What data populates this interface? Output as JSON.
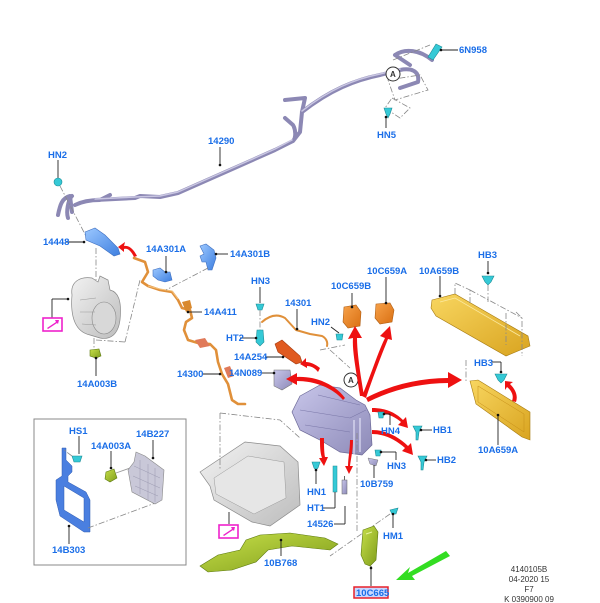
{
  "diagram": {
    "title": "Battery / charging system parts diagram",
    "labels": {
      "p6N958": "6N958",
      "pHN5": "HN5",
      "pHN2_top": "HN2",
      "p14290": "14290",
      "p14448": "14448",
      "p14A301A": "14A301A",
      "p14A301B": "14A301B",
      "p14A411": "14A411",
      "p14A003B": "14A003B",
      "pHN3_top": "HN3",
      "p14301": "14301",
      "pHT2": "HT2",
      "pHN2_mid": "HN2",
      "p14A254": "14A254",
      "p14300": "14300",
      "p14N089": "14N089",
      "p10C659B": "10C659B",
      "p10C659A": "10C659A",
      "p10A659B": "10A659B",
      "pHB3_top": "HB3",
      "pHB3_mid": "HB3",
      "p10A659A": "10A659A",
      "pHN4": "HN4",
      "pHB1": "HB1",
      "pHN3_low": "HN3",
      "pHB2": "HB2",
      "p10B759": "10B759",
      "pHN1": "HN1",
      "pHT1": "HT1",
      "p14526": "14526",
      "pHM1": "HM1",
      "p10C665": "10C665",
      "p10B768": "10B768",
      "pHS1": "HS1",
      "p14A003A": "14A003A",
      "p14B227": "14B227",
      "p14B303": "14B303"
    },
    "reference_markers": {
      "top": "A",
      "main": "A"
    },
    "highlighted_part": "10C665",
    "footer": {
      "line1": "4140105B",
      "line2": "04-2020 15",
      "line3": "F7",
      "line4": "K 0390900 09"
    },
    "colors": {
      "label_blue": "#1a6ee8",
      "arrow_red": "#ee1111",
      "pointer_green": "#33dd22",
      "highlight_red": "#e8202a",
      "magenta_icon": "#ee22cc",
      "harness_purple": "#8c88b4",
      "cover_yellow": "#f0c030",
      "clip_cyan": "#35c9d6"
    },
    "icons": {
      "magenta_box_left": "tool-reference-icon",
      "magenta_box_bottom": "tool-reference-icon"
    }
  }
}
